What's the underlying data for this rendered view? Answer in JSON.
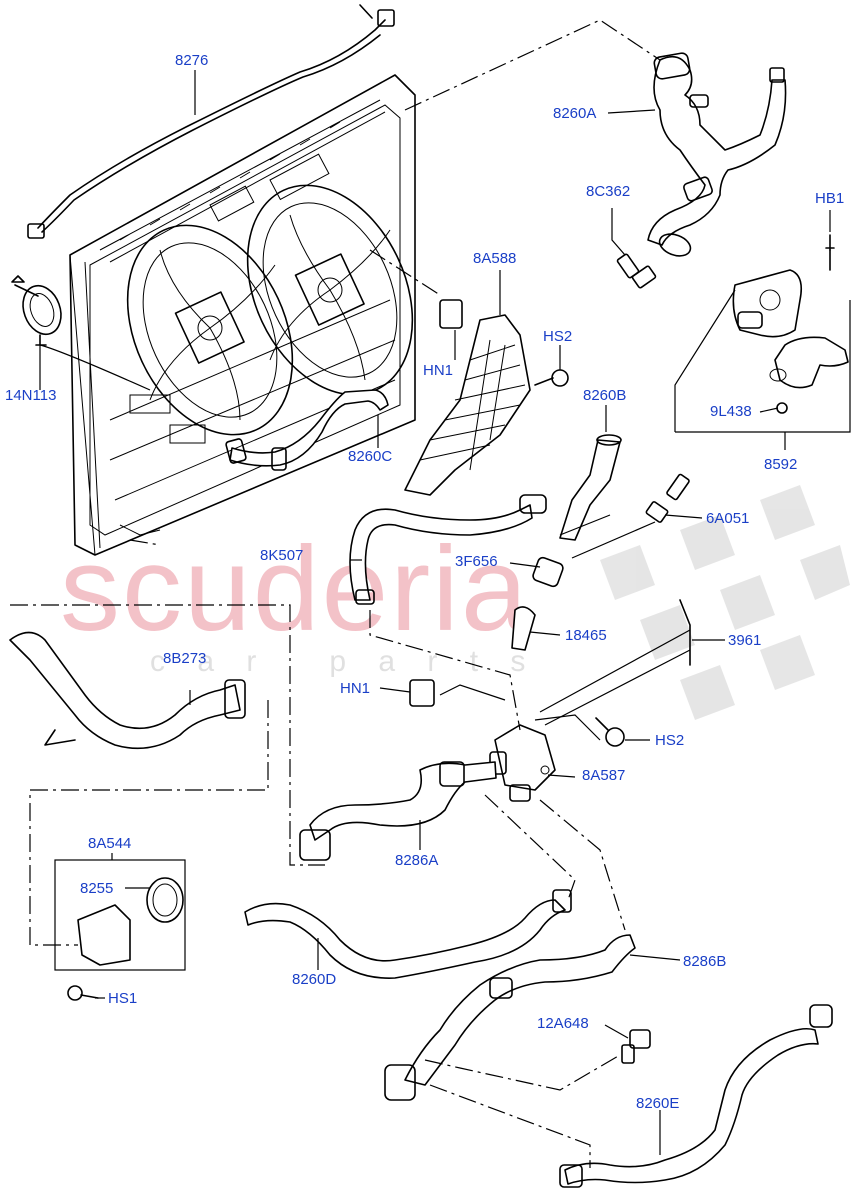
{
  "watermark": {
    "brand": "scuderia",
    "sub": "c a r   p a r t s",
    "brand_color": "#f2b8bf",
    "flag_color": "#d9d9d9"
  },
  "colors": {
    "callout": "#1a3fc7",
    "line": "#000000"
  },
  "callouts": {
    "c8276": "8276",
    "c8260A": "8260A",
    "c8C362": "8C362",
    "cHB1": "HB1",
    "c14N113": "14N113",
    "c8A588": "8A588",
    "cHS2_top": "HS2",
    "cHN1_top": "HN1",
    "c8260B": "8260B",
    "c9L438": "9L438",
    "c8592": "8592",
    "c8260C": "8260C",
    "c6A051": "6A051",
    "c8K507": "8K507",
    "c3F656": "3F656",
    "c18465": "18465",
    "c3961": "3961",
    "c8B273": "8B273",
    "cHN1_mid": "HN1",
    "cHS2_mid": "HS2",
    "c8A587": "8A587",
    "c8A544": "8A544",
    "c8255": "8255",
    "c8286A": "8286A",
    "c8260D": "8260D",
    "c8286B": "8286B",
    "cHS1": "HS1",
    "c12A648": "12A648",
    "c8260E": "8260E"
  }
}
